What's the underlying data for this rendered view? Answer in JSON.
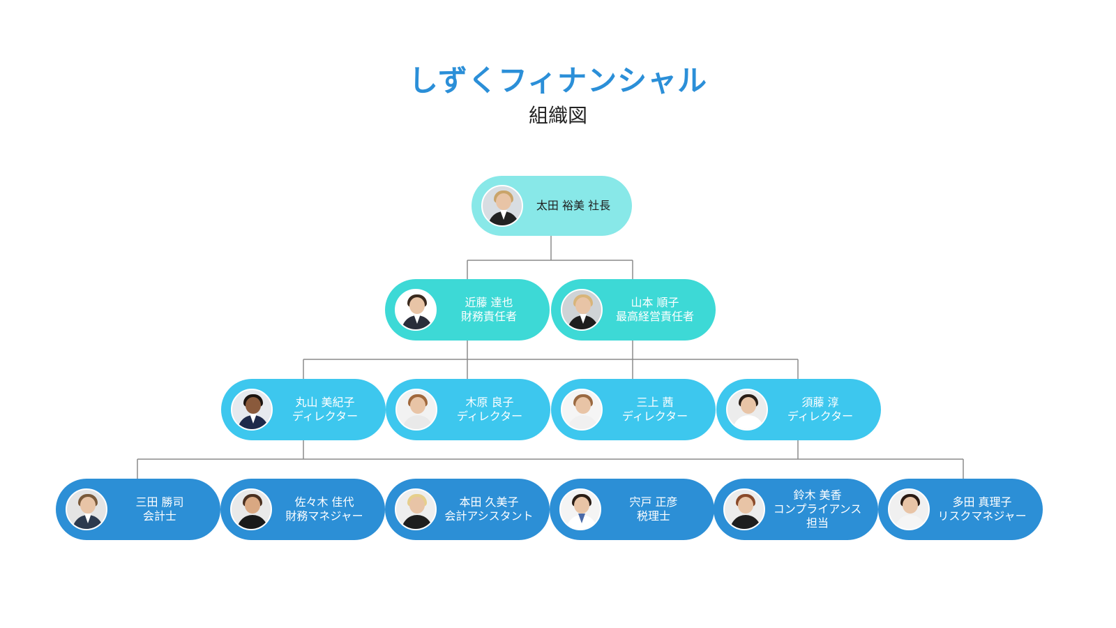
{
  "header": {
    "title": "しずくフィナンシャル",
    "subtitle": "組織図"
  },
  "colors": {
    "title": "#2b8fd8",
    "level0": "#88e8e8",
    "level1": "#3dd9d6",
    "level2": "#3dc7ee",
    "level3": "#2c8fd6"
  },
  "org": {
    "president": {
      "name": "太田 裕美",
      "role": "社長",
      "photo": "person-photo"
    },
    "executives": [
      {
        "name": "近藤 達也",
        "role": "財務責任者",
        "photo": "person-photo"
      },
      {
        "name": "山本 順子",
        "role": "最高経営責任者",
        "photo": "person-photo"
      }
    ],
    "directors": [
      {
        "name": "丸山 美紀子",
        "role": "ディレクター",
        "photo": "person-photo"
      },
      {
        "name": "木原 良子",
        "role": "ディレクター",
        "photo": "person-photo"
      },
      {
        "name": "三上 茜",
        "role": "ディレクター",
        "photo": "person-photo"
      },
      {
        "name": "須藤 淳",
        "role": "ディレクター",
        "photo": "person-photo"
      }
    ],
    "staff": [
      {
        "name": "三田 勝司",
        "role": "会計士",
        "photo": "person-photo"
      },
      {
        "name": "佐々木 佳代",
        "role": "財務マネジャー",
        "photo": "person-photo"
      },
      {
        "name": "本田 久美子",
        "role": "会計アシスタント",
        "photo": "person-photo"
      },
      {
        "name": "宍戸 正彦",
        "role": "税理士",
        "photo": "person-photo"
      },
      {
        "name": "鈴木 美香",
        "role": "コンプライアンス担当",
        "role_line1": "コンプライアンス",
        "role_line2": "担当",
        "photo": "person-photo"
      },
      {
        "name": "多田 真理子",
        "role": "リスクマネジャー",
        "photo": "person-photo"
      }
    ]
  }
}
